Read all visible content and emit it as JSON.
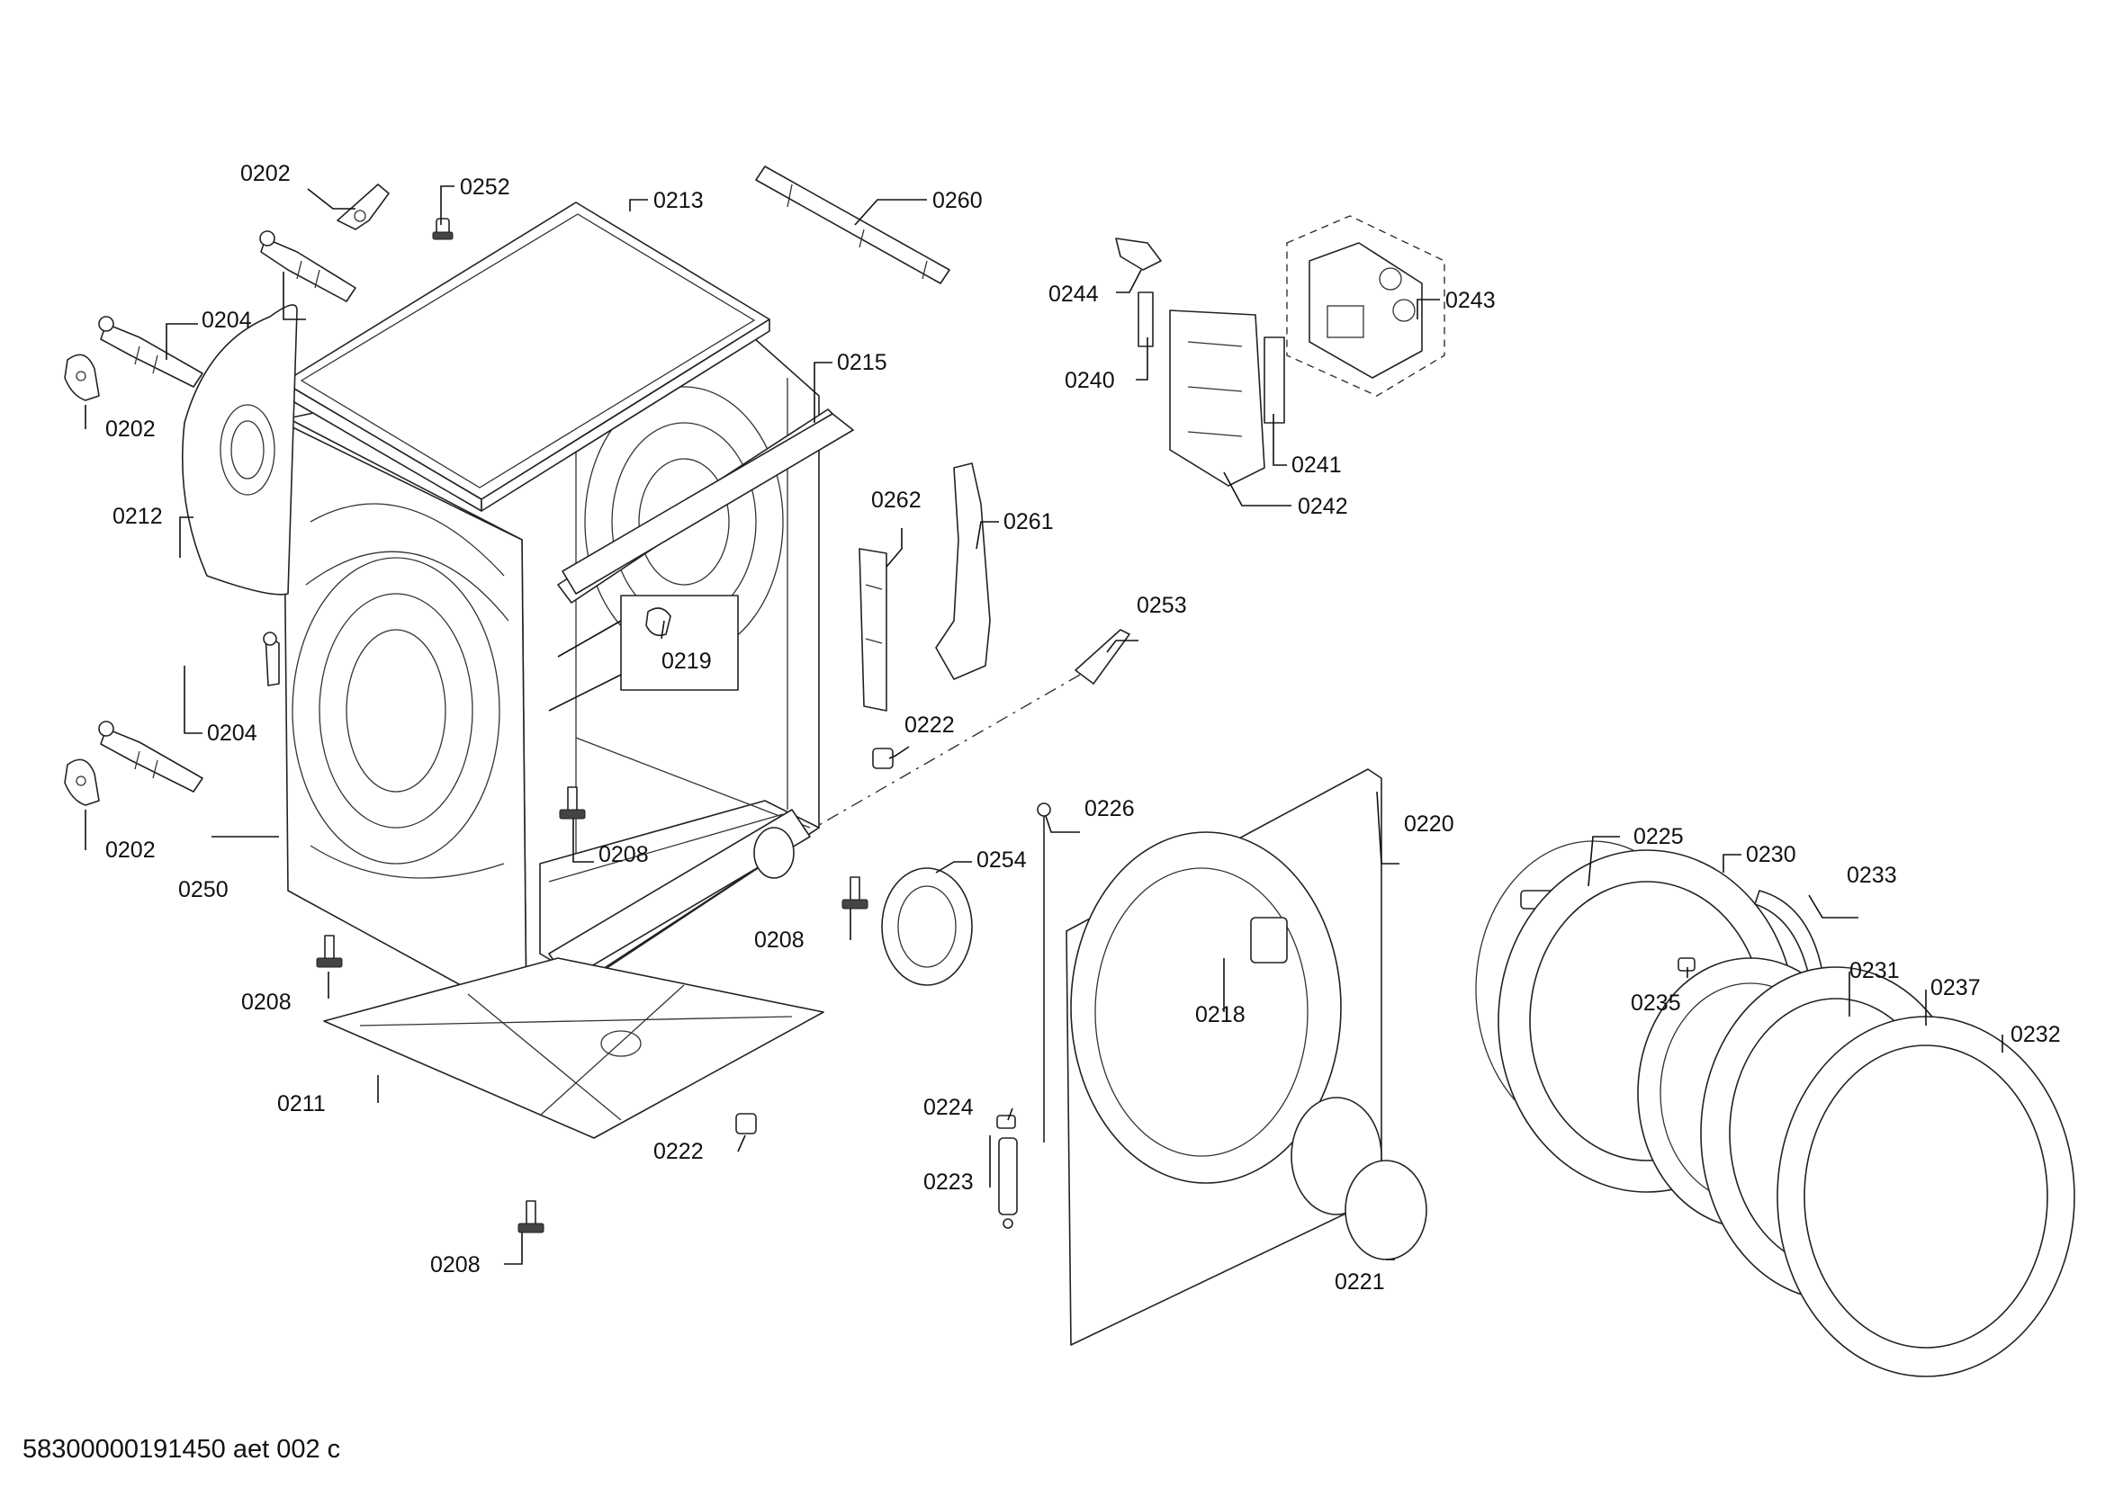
{
  "document_id": "58300000191450 aet 002 c",
  "labels": {
    "p0202a": "0202",
    "p0252": "0252",
    "p0213": "0213",
    "p0260": "0260",
    "p0204a": "0204",
    "p0202b": "0202",
    "p0212": "0212",
    "p0215": "0215",
    "p0244": "0244",
    "p0243": "0243",
    "p0240": "0240",
    "p0241": "0241",
    "p0242": "0242",
    "p0262": "0262",
    "p0261": "0261",
    "p0253": "0253",
    "p0219": "0219",
    "p0204b": "0204",
    "p0222a": "0222",
    "p0202c": "0202",
    "p0226": "0226",
    "p0220": "0220",
    "p0208a": "0208",
    "p0254": "0254",
    "p0250": "0250",
    "p0225": "0225",
    "p0230": "0230",
    "p0233": "0233",
    "p0208b": "0208",
    "p0231": "0231",
    "p0237": "0237",
    "p0208c": "0208",
    "p0235": "0235",
    "p0218": "0218",
    "p0232": "0232",
    "p0211": "0211",
    "p0224": "0224",
    "p0222b": "0222",
    "p0223": "0223",
    "p0221": "0221",
    "p0208d": "0208"
  }
}
